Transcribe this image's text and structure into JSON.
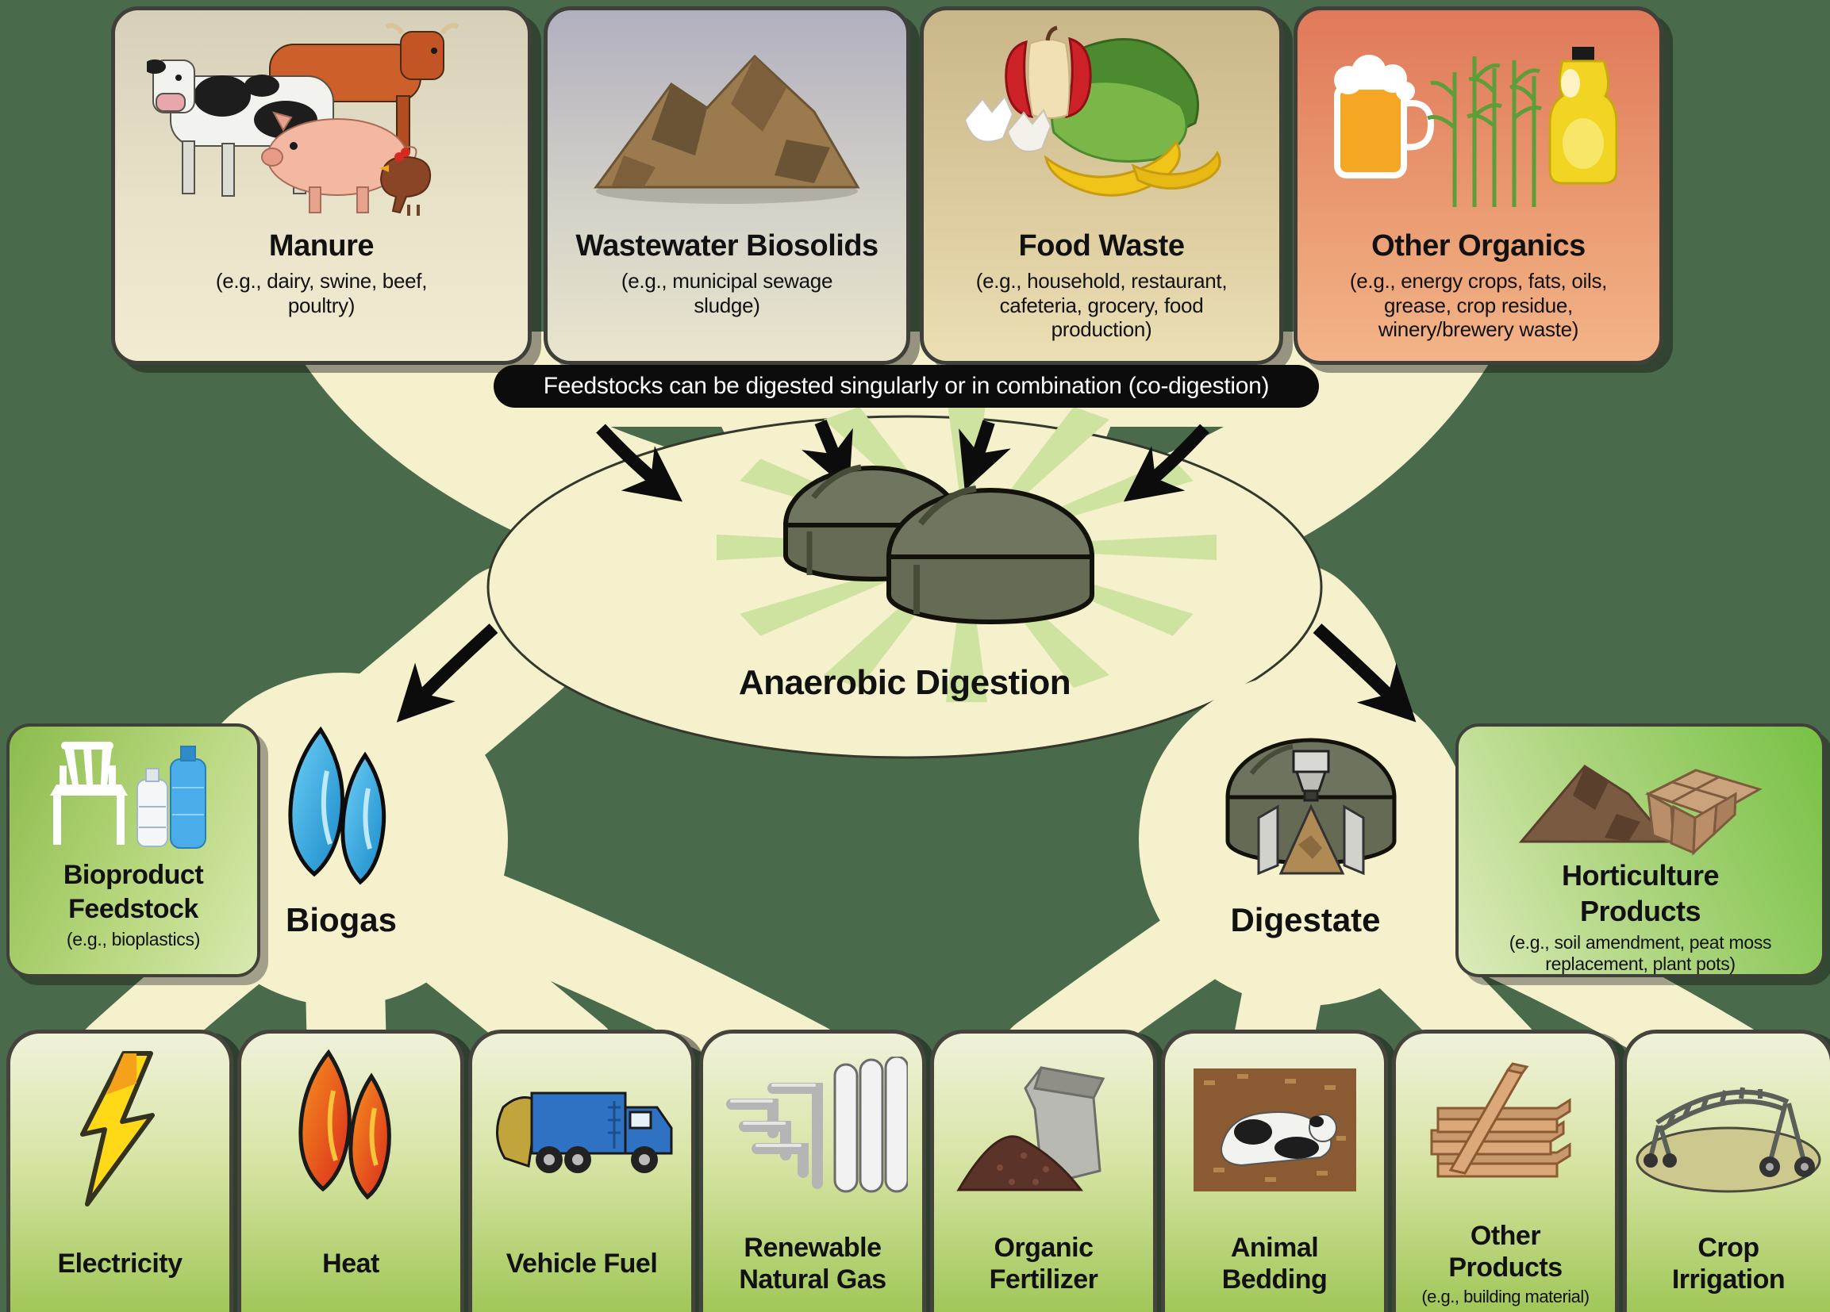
{
  "banner": {
    "text": "Feedstocks can be digested singularly or in combination (co-digestion)"
  },
  "feedstocks": [
    {
      "title": "Manure",
      "subtitle": "(e.g., dairy, swine, beef,\npoultry)",
      "icon": "livestock-icon"
    },
    {
      "title": "Wastewater Biosolids",
      "subtitle": "(e.g., municipal sewage\nsludge)",
      "icon": "biosolids-pile-icon"
    },
    {
      "title": "Food Waste",
      "subtitle": "(e.g., household, restaurant,\ncafeteria, grocery, food\nproduction)",
      "icon": "food-scraps-icon"
    },
    {
      "title": "Other Organics",
      "subtitle": "(e.g., energy crops, fats, oils,\ngrease, crop residue,\nwinery/brewery waste)",
      "icon": "beer-crops-oil-icon"
    }
  ],
  "process": {
    "label": "Anaerobic Digestion",
    "icon": "digester-tanks-icon"
  },
  "biogas": {
    "label": "Biogas",
    "icon": "blue-flame-icon"
  },
  "digestate": {
    "label": "Digestate",
    "icon": "digestate-tank-icon"
  },
  "bioproduct": {
    "title": "Bioproduct\nFeedstock",
    "subtitle": "(e.g., bioplastics)",
    "icon": "chair-bottles-icon"
  },
  "horticulture": {
    "title": "Horticulture\nProducts",
    "subtitle": "(e.g., soil amendment, peat moss\nreplacement, plant pots)",
    "icon": "soil-plant-pots-icon"
  },
  "biogas_products": [
    {
      "label": "Electricity",
      "icon": "lightning-icon"
    },
    {
      "label": "Heat",
      "icon": "flame-icon"
    },
    {
      "label": "Vehicle Fuel",
      "icon": "garbage-truck-icon"
    },
    {
      "label": "Renewable\nNatural Gas",
      "icon": "gas-pipes-icon"
    }
  ],
  "digestate_products": [
    {
      "label": "Organic\nFertilizer",
      "icon": "fertilizer-bag-icon"
    },
    {
      "label": "Animal\nBedding",
      "icon": "cow-bedding-icon"
    },
    {
      "label": "Other\nProducts",
      "subtitle": "(e.g., building material)",
      "icon": "lumber-icon"
    },
    {
      "label": "Crop\nIrrigation",
      "icon": "irrigation-pivot-icon"
    }
  ],
  "colors": {
    "background": "#4a6b4b",
    "flow_cream": "#f4f1cc",
    "ray_green": "#cfe3a0",
    "banner_black": "#0c0c0c",
    "manure_box": "#d6d0ba",
    "wastewater_box": "#b1b0bf",
    "food_waste_box": "#c9b789",
    "other_organics_box": "#e0795a",
    "product_box_green": "#9ec554",
    "side_box_green": "#8bbc4d",
    "biogas_flame_blue": "#29abe2",
    "heat_flame_orange": "#f47b20"
  }
}
